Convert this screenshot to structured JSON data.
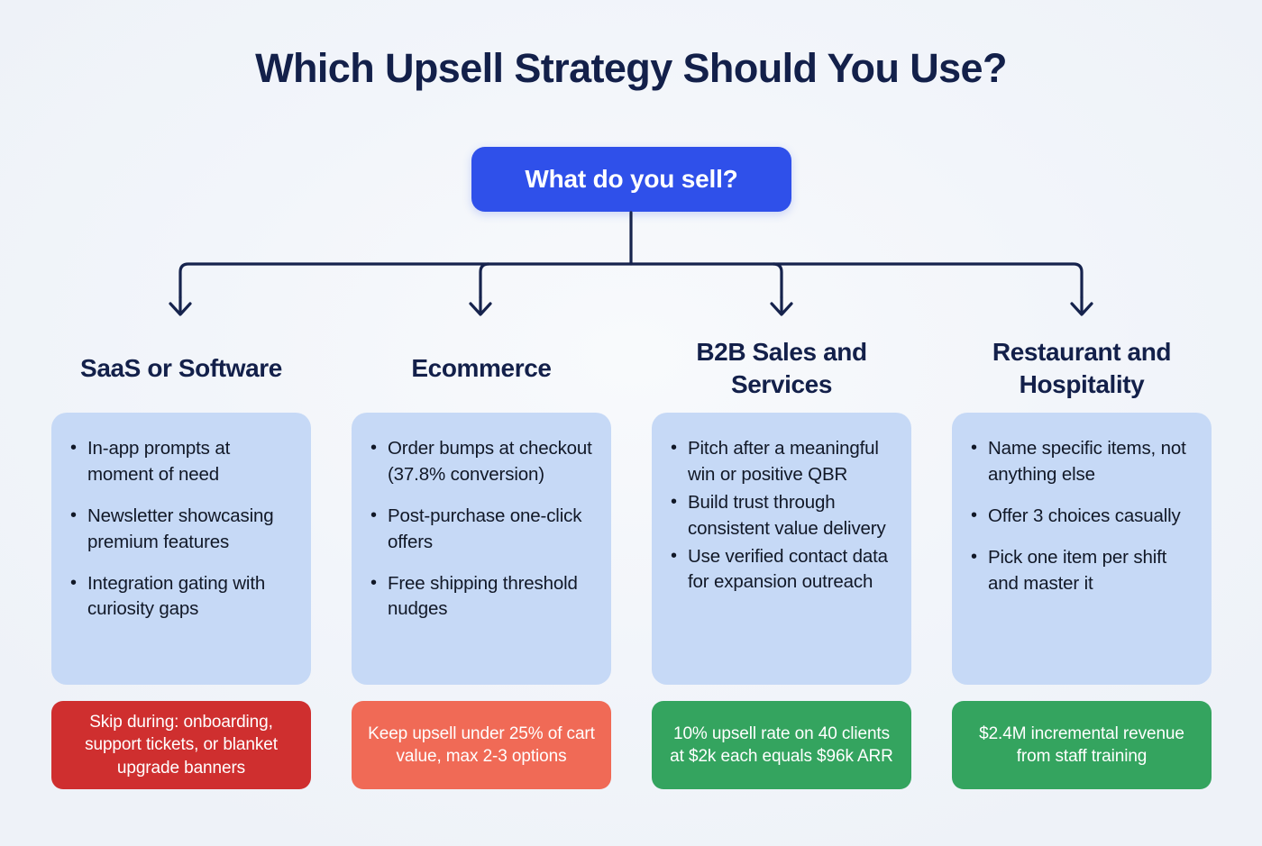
{
  "title": "Which Upsell Strategy Should You Use?",
  "root": {
    "label": "What do you sell?"
  },
  "colors": {
    "background": "#f3f6fa",
    "title_text": "#13204a",
    "root_node": "#2f50ea",
    "connector": "#16234d",
    "card_background": "#c6d9f6",
    "card_text": "#111827",
    "banner_red": "#cf2f2f",
    "banner_coral": "#f06a56",
    "banner_green": "#34a45f"
  },
  "branches": [
    {
      "heading": "SaaS or Software",
      "bullets": [
        "In-app prompts at moment of need",
        "Newsletter showcasing premium features",
        "Integration gating with curiosity gaps"
      ],
      "banner": "Skip during: onboarding, support tickets, or blanket upgrade banners",
      "banner_color": "#cf2f2f"
    },
    {
      "heading": "Ecommerce",
      "bullets": [
        "Order bumps at checkout (37.8% conversion)",
        "Post-purchase one-click offers",
        "Free shipping threshold nudges"
      ],
      "banner": "Keep upsell under 25% of cart value, max 2-3 options",
      "banner_color": "#f06a56"
    },
    {
      "heading": "B2B Sales and Services",
      "bullets": [
        "Pitch after a meaningful win or positive QBR",
        "Build trust through consistent value delivery",
        "Use verified contact data for expansion outreach"
      ],
      "banner": "10% upsell rate on 40 clients at $2k each equals $96k ARR",
      "banner_color": "#34a45f"
    },
    {
      "heading": "Restaurant and Hospitality",
      "bullets": [
        "Name specific items, not anything else",
        "Offer 3 choices casually",
        "Pick one item per shift and master it"
      ],
      "banner": "$2.4M incremental revenue from staff training",
      "banner_color": "#34a45f"
    }
  ]
}
